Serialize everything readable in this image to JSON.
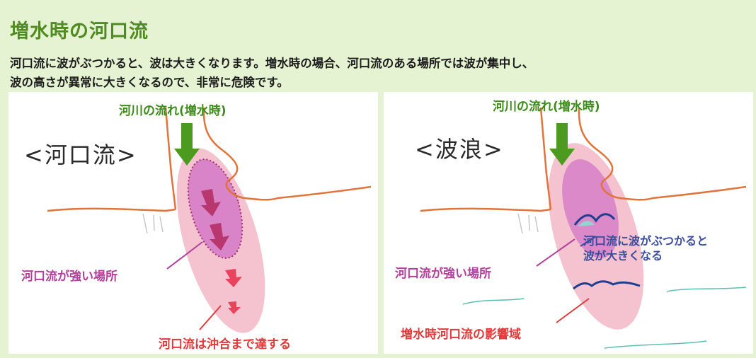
{
  "header": {
    "title": "増水時の河口流",
    "intro_line1": "河口流に波がぶつかると、波は大きくなります。増水時の場合、河口流のある場所では波が集中し、",
    "intro_line2": "波の高さが異常に大きくなるので、非常に危険です。"
  },
  "left_panel": {
    "river_label": "河川の流れ(増水時)",
    "title": "<河口流>",
    "strong_area_label": "河口流が強い場所",
    "reach_label": "河口流は沖合まで達する"
  },
  "right_panel": {
    "river_label": "河川の流れ(増水時)",
    "title": "<波浪>",
    "wave_label_line1": "河口流に波がぶつかると",
    "wave_label_line2": "波が大きくなる",
    "strong_area_label": "河口流が強い場所",
    "influence_label": "増水時河口流の影響域"
  },
  "colors": {
    "background": "#e6f3d2",
    "title": "#4f8a22",
    "coastline": "#e0743a",
    "river_arrow": "#4c9a1f",
    "current_zone": "#f2c4d0",
    "strong_zone": "#d77fca",
    "current_arrow": "#e8445e",
    "wave": "#1f3e90",
    "sea_ripple": "#5cbfb3"
  },
  "icons": [
    "river-flow-arrow-icon",
    "current-arrow-icon",
    "wave-icon"
  ]
}
